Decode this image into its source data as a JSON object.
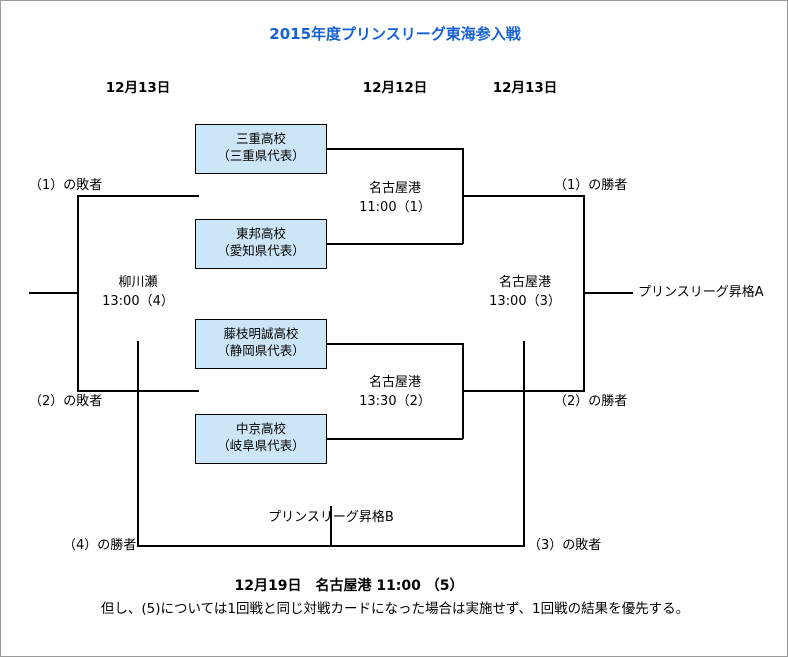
{
  "title": "2015年度プリンスリーグ東海参入戦",
  "date_headers": [
    {
      "label": "12月13日"
    },
    {
      "label": "12月12日"
    },
    {
      "label": "12月13日"
    }
  ],
  "teams": [
    {
      "name": "三重高校",
      "pref": "（三重県代表）"
    },
    {
      "name": "東邦高校",
      "pref": "（愛知県代表）"
    },
    {
      "name": "藤枝明誠高校",
      "pref": "（静岡県代表）"
    },
    {
      "name": "中京高校",
      "pref": "（岐阜県代表）"
    }
  ],
  "matches": [
    {
      "venue": "名古屋港",
      "time": "11:00",
      "no": "（1）"
    },
    {
      "venue": "名古屋港",
      "time": "13:30",
      "no": "（2）"
    },
    {
      "venue": "名古屋港",
      "time": "13:00",
      "no": "（3）"
    },
    {
      "venue": "柳川瀬",
      "time": "13:00",
      "no": "（4）"
    }
  ],
  "seed_labels": {
    "loser1": "（1）の敗者",
    "loser2": "（2）の敗者",
    "winner1": "（1）の勝者",
    "winner2": "（2）の勝者",
    "winner4": "（4）の勝者",
    "loser3": "（3）の敗者"
  },
  "promotion": {
    "a": "プリンスリーグ昇格A",
    "b": "プリンスリーグ昇格B"
  },
  "footer": {
    "main": "12月19日　名古屋港  11:00 （5）",
    "note": "但し、(5)については1回戦と同じ対戦カードになった場合は実施せず、1回戦の結果を優先する。"
  },
  "colors": {
    "title": "#1561d5",
    "box_fill": "#cce6f7",
    "line": "#000000"
  }
}
